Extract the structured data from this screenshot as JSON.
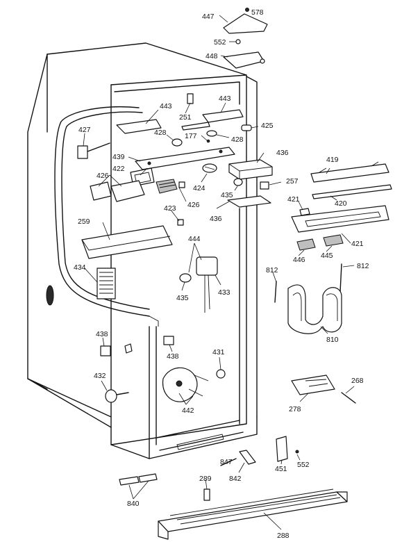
{
  "diagram": {
    "part_labels": {
      "p578": "578",
      "p447": "447",
      "p552a": "552",
      "p448": "448",
      "p443a": "443",
      "p443b": "443",
      "p251": "251",
      "p425": "425",
      "p427": "427",
      "p428a": "428",
      "p428b": "428",
      "p177": "177",
      "p439": "439",
      "p436a": "436",
      "p422": "422",
      "p426a": "426",
      "p424": "424",
      "p257": "257",
      "p419": "419",
      "p435a": "435",
      "p436b": "436",
      "p426b": "426",
      "p423": "423",
      "p421a": "421",
      "p420": "420",
      "p259": "259",
      "p421b": "421",
      "p446": "446",
      "p445": "445",
      "p444": "444",
      "p434": "434",
      "p812a": "812",
      "p812b": "812",
      "p435b": "435",
      "p433": "433",
      "p810": "810",
      "p438a": "438",
      "p438b": "438",
      "p431": "431",
      "p432": "432",
      "p442": "442",
      "p268": "268",
      "p278": "278",
      "p847": "847",
      "p451": "451",
      "p552b": "552",
      "p289": "289",
      "p842": "842",
      "p840": "840",
      "p288": "288"
    }
  }
}
